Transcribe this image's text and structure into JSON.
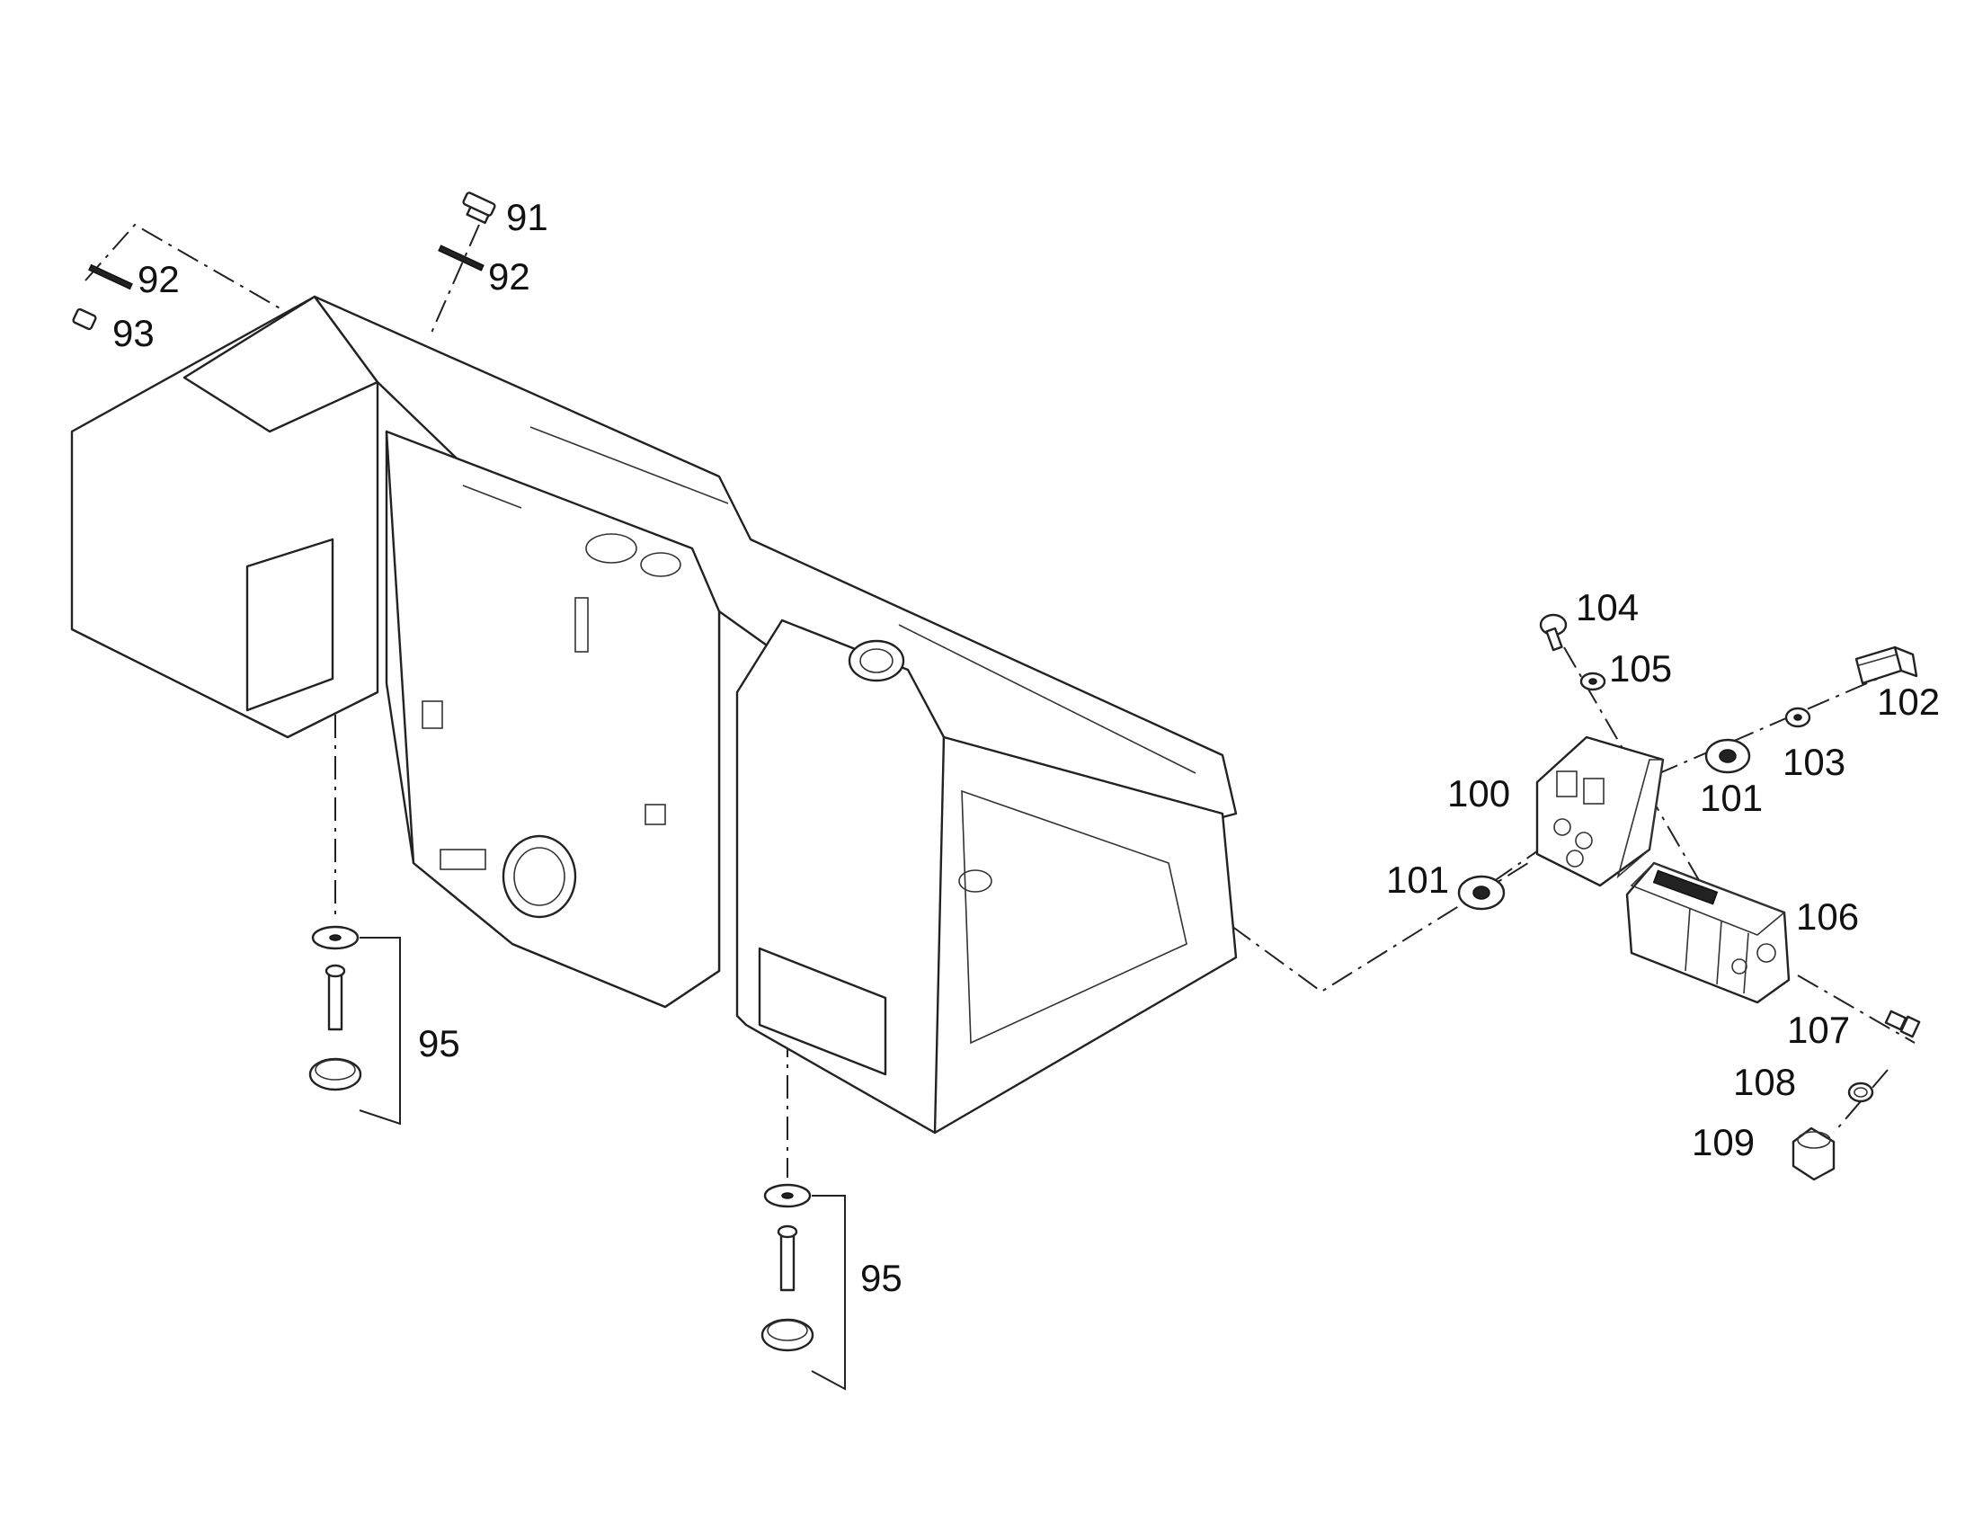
{
  "callouts": {
    "c91": "91",
    "c92a": "92",
    "c92b": "92",
    "c93": "93",
    "c95a": "95",
    "c95b": "95",
    "c100": "100",
    "c101a": "101",
    "c101b": "101",
    "c102": "102",
    "c103": "103",
    "c104": "104",
    "c105": "105",
    "c106": "106",
    "c107": "107",
    "c108": "108",
    "c109": "109"
  }
}
